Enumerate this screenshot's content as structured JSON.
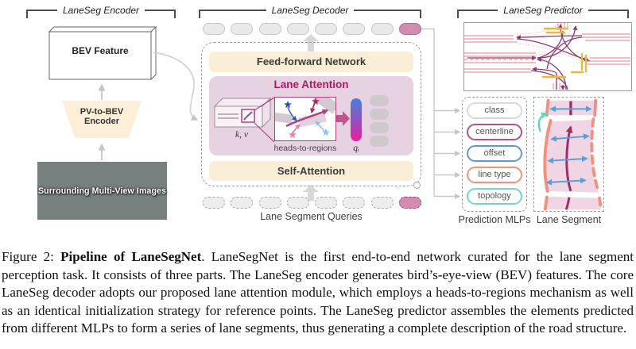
{
  "encoder": {
    "title": "LaneSeg Encoder",
    "bev_label": "BEV Feature",
    "pv2bev_line1": "PV-to-BEV",
    "pv2bev_line2": "Encoder",
    "images_caption": "Surrounding Multi-View Images"
  },
  "decoder": {
    "title": "LaneSeg Decoder",
    "ffn_label": "Feed-forward Network",
    "lane_attention_label": "Lane Attention",
    "kv_label": "k, v",
    "heads_to_regions_label": "heads-to-regions",
    "qi_label": "qᵢ",
    "self_attention_label": "Self-Attention",
    "queries_label": "Lane Segment Queries"
  },
  "predictor": {
    "title": "LaneSeg Predictor",
    "mlps_label": "Prediction MLPs",
    "lane_segment_label": "Lane Segment",
    "mlps": [
      {
        "label": "class",
        "color": "#d9d9d9"
      },
      {
        "label": "centerline",
        "color": "#b0538c"
      },
      {
        "label": "offset",
        "color": "#5b9bd5"
      },
      {
        "label": "line type",
        "color": "#f4907c"
      },
      {
        "label": "topology",
        "color": "#6fd9c4"
      }
    ]
  },
  "caption": {
    "prefix": "Figure 2:",
    "bold": "Pipeline of LaneSegNet",
    "text": ".  LaneSegNet is the first end-to-end network curated for the lane segment perception task. It consists of three parts. The LaneSeg encoder generates bird’s-eye-view (BEV) features. The core LaneSeg decoder adopts our proposed lane attention module, which employs a heads-to-regions mechanism as well as an identical initialization strategy for reference points. The LaneSeg predictor assembles the elements predicted from different MLPs to form a series of lane segments, thus generating a complete description of the road structure."
  },
  "colors": {
    "peach": "#fbeed6",
    "mauve": "#e7d2e1",
    "magenta_title": "#a81e62",
    "query_highlight": "#d28cb0",
    "accent_magenta": "#b0407e",
    "offset_blue": "#5b9fd8",
    "boundary_salmon": "#f2917f",
    "topology_teal": "#5fd6c2",
    "centerline_magenta": "#9c2e68",
    "stopline_yellow": "#f2b53c"
  }
}
